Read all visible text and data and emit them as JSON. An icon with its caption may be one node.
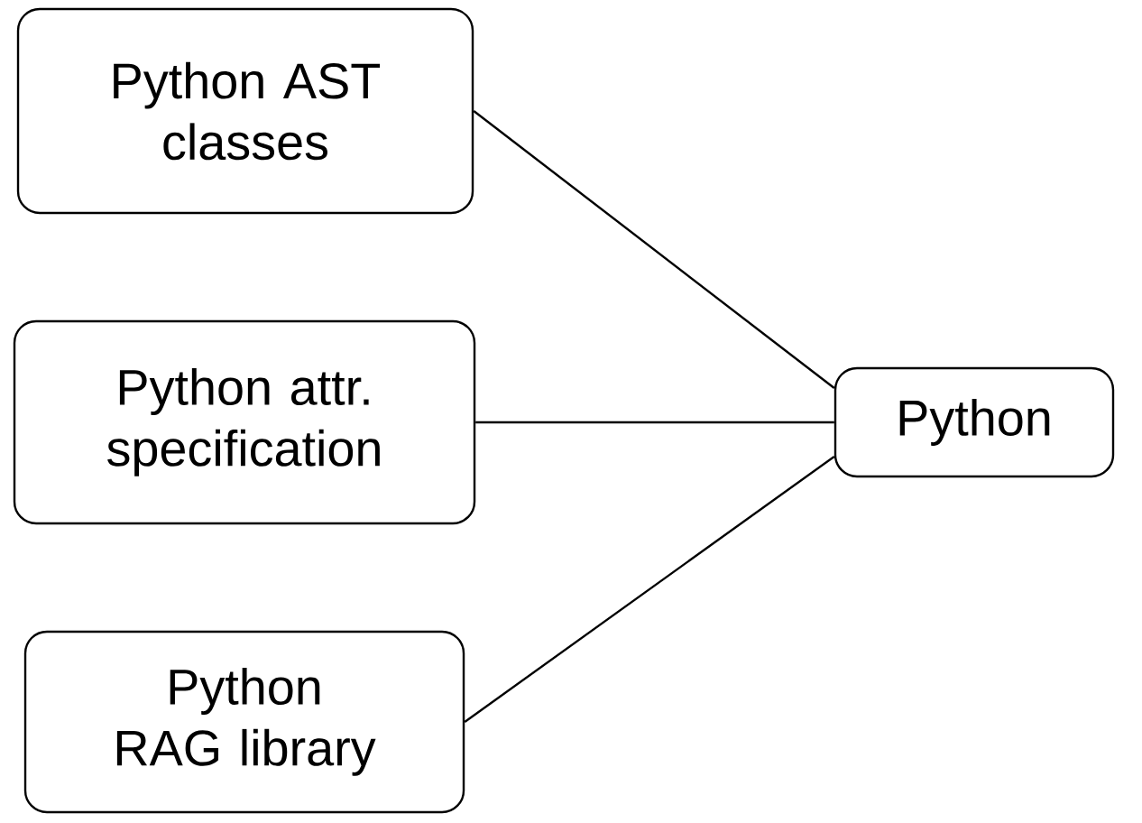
{
  "diagram": {
    "nodes": [
      {
        "text": [
          "Python AST classes"
        ]
      },
      {
        "text": [
          "Python attr. specification"
        ]
      },
      {
        "text": [
          "Python RAG library"
        ]
      },
      {
        "text": [
          "Python"
        ]
      }
    ],
    "edges": [
      {
        "from": 0,
        "to": 3,
        "arrow": "none"
      },
      {
        "from": 1,
        "to": 3,
        "arrow": "none"
      },
      {
        "from": 2,
        "to": 3,
        "arrow": "none"
      }
    ]
  }
}
